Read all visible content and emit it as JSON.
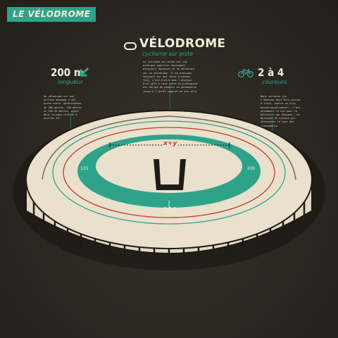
{
  "header": {
    "banner": "LE VÉLODROME"
  },
  "main": {
    "title": "VÉLODROME",
    "subtitle": "cyclisme sur piste",
    "paragraph": "Le cyclisme sur piste est une pratique sportive regroupant plusieurs épreuves et se déroulant sur un vélodrome. Il se pratique toujours sur des vélos à pignon fixe, c'est-à-dire que l'absence d'un vélo à roue libre le pratiquant est obligé de pédaler en permanence jusqu'à l'arrêt complet de son vélo."
  },
  "left_stat": {
    "value": "200 m",
    "label": "longueur",
    "paragraph": "Un vélodrome est une surface aménagé d'une piste ovale, généralement de 200 mètres, 250 mètres ou 333,33 mètres, ayant deux virages relevés à environ 45°."
  },
  "right_stat": {
    "value": "2 à 4",
    "label": "coureurs",
    "paragraph": "Dans certaine (ou l'épreuve peut être courue à trois, quatre ou plus exceptionnellement). C'est notamment le cas pour la poursuite par équipes, les épreuves de vitesse pur déterminer le tour des classements."
  },
  "track": {
    "measure_label": "x+y",
    "lap_left": "125",
    "lap_right": "200",
    "lap_bottom": "150"
  },
  "colors": {
    "background": "#2e2a22",
    "accent": "#2fa38a",
    "cream": "#e9e1cc",
    "red_line": "#c0392b"
  },
  "icons": {
    "title_icon": "track-ring-icon",
    "left_icon": "arrow-down-left-icon",
    "right_icon": "bicycle-icon"
  }
}
